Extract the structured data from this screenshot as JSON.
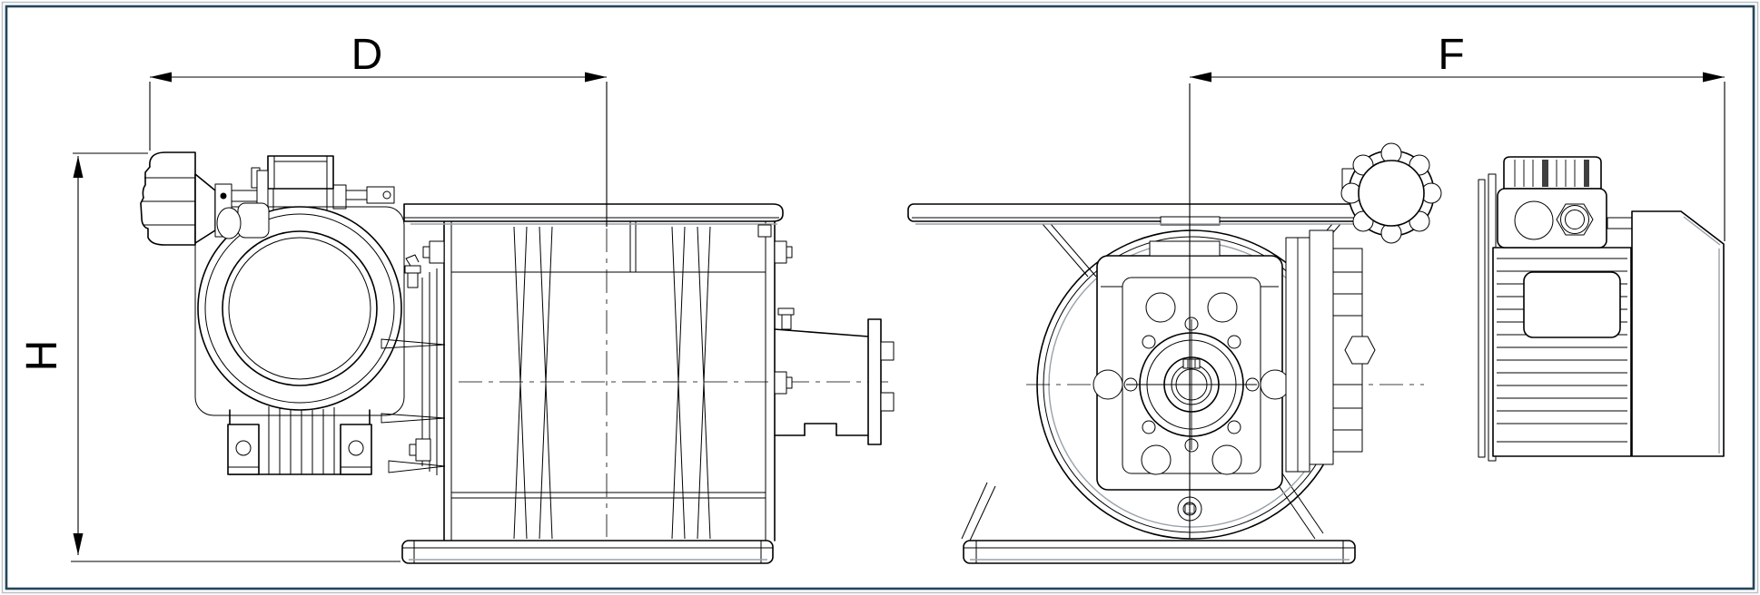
{
  "dimensions": {
    "width_label": "D",
    "height_label": "H",
    "length_label": "F"
  },
  "colors": {
    "frame": "#24455a",
    "frame_outer": "#b9c1c6",
    "line": "#000000",
    "shadow": "#98a2a8",
    "background": "#ffffff"
  }
}
